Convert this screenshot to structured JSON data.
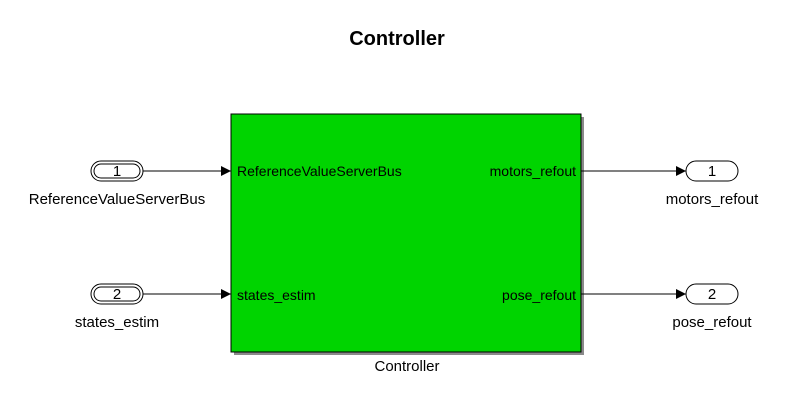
{
  "diagram": {
    "title": "Controller",
    "subsystem": {
      "name": "Controller",
      "fill_color": "#00d400",
      "inputs": [
        {
          "label": "ReferenceValueServerBus"
        },
        {
          "label": "states_estim"
        }
      ],
      "outputs": [
        {
          "label": "motors_refout"
        },
        {
          "label": "pose_refout"
        }
      ]
    },
    "inports": [
      {
        "number": "1",
        "name": "ReferenceValueServerBus"
      },
      {
        "number": "2",
        "name": "states_estim"
      }
    ],
    "outports": [
      {
        "number": "1",
        "name": "motors_refout"
      },
      {
        "number": "2",
        "name": "pose_refout"
      }
    ]
  }
}
